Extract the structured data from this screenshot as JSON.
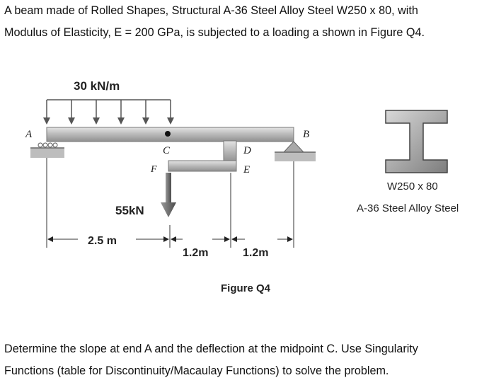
{
  "problem": {
    "line1": "A beam made of Rolled Shapes, Structural A-36 Steel Alloy Steel W250 x 80, with",
    "line2": "Modulus of Elasticity, E = 200 GPa, is subjected to a loading a shown in Figure Q4.",
    "task_line1": "Determine the slope at end A and the deflection at the midpoint C.  Use Singularity",
    "task_line2": "Functions (table for Discontinuity/Macaulay Functions) to solve the problem."
  },
  "figure": {
    "distributed_load": "30 kN/m",
    "point_load": "55kN",
    "points": {
      "a": "A",
      "b": "B",
      "c": "C",
      "d": "D",
      "e": "E",
      "f": "F"
    },
    "dims": {
      "d1": "2.5 m",
      "d2": "1.2m",
      "d3": "1.2m"
    },
    "caption": "Figure Q4",
    "section_name": "W250 x 80",
    "material": "A-36 Steel Alloy Steel"
  }
}
